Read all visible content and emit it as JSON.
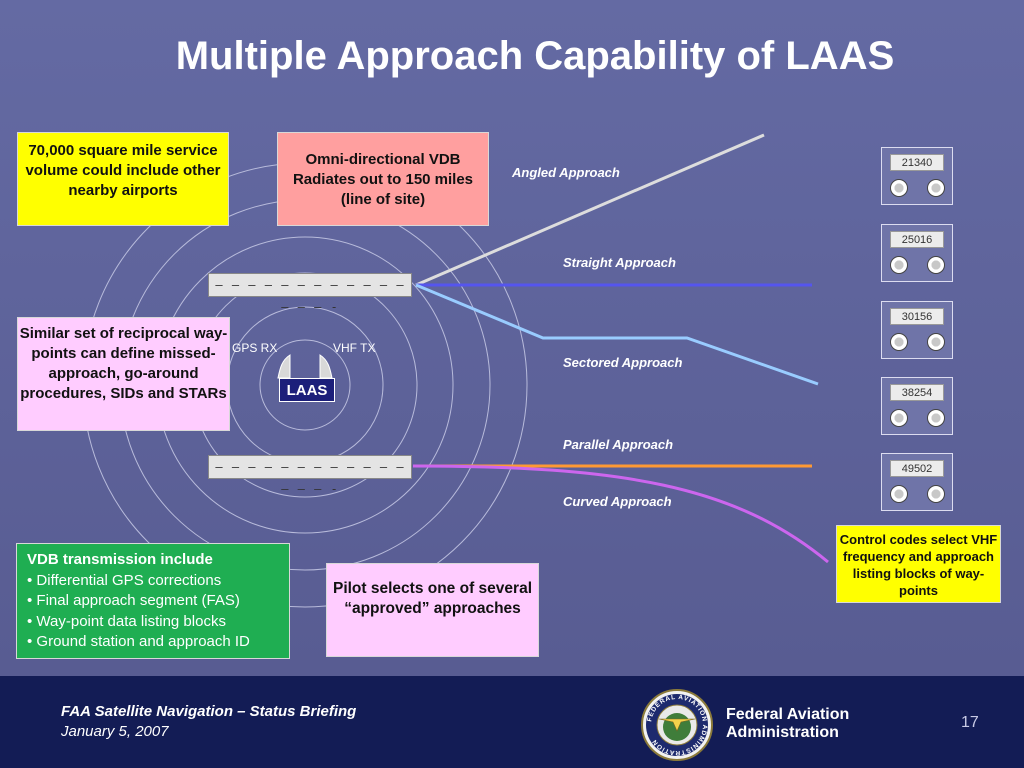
{
  "title": "Multiple Approach Capability of LAAS",
  "callouts": {
    "service_volume": [
      "70,000 square mile",
      "service volume",
      "could include",
      "other nearby airports"
    ],
    "vdb_radiates": [
      "Omni-directional VDB",
      "Radiates out to 150 miles",
      "(line of site)"
    ],
    "reciprocal": [
      "Similar set of reciprocal",
      "way-points can define",
      "missed-approach,",
      "go-around procedures,",
      "SIDs and STARs"
    ],
    "pilot": [
      "Pilot selects one",
      "of several",
      "“approved” approaches"
    ],
    "control_codes": [
      "Control codes select",
      "VHF frequency and",
      "approach listing",
      "blocks of way-points"
    ]
  },
  "vdb_transmission": {
    "heading": "VDB transmission include",
    "items": [
      "Differential GPS corrections",
      "Final approach segment (FAS)",
      "Way-point data listing blocks",
      "Ground station and approach ID"
    ]
  },
  "approaches": {
    "angled": "Angled Approach",
    "straight": "Straight Approach",
    "sectored": "Sectored Approach",
    "parallel": "Parallel Approach",
    "curved": "Curved Approach"
  },
  "station": {
    "gps_rx": "GPS RX",
    "vhf_tx": "VHF TX",
    "laas": "LAAS"
  },
  "runway_markings": "– – – – – – – – – – – – – – – -",
  "control_panels": [
    "21340",
    "25016",
    "30156",
    "38254",
    "49502"
  ],
  "footer": {
    "briefing": "FAA Satellite Navigation – Status Briefing",
    "date": "January 5, 2007",
    "agency_line1": "Federal Aviation",
    "agency_line2": "Administration",
    "page_number": "17",
    "seal_text": "FEDERAL AVIATION ADMINISTRATION"
  },
  "colors": {
    "background": "#5b5f95",
    "footer": "#131c55",
    "pink_callout": "#ff9f9f",
    "lavender_callout": "#ffccff",
    "yellow_callout": "#ffff00",
    "green_box": "#1fae52",
    "straight_line": "#5555ee",
    "sectored_line": "#99ccff",
    "parallel_line": "#ff9933",
    "curved_line": "#cc66ee",
    "angled_line": "#dddddd"
  }
}
